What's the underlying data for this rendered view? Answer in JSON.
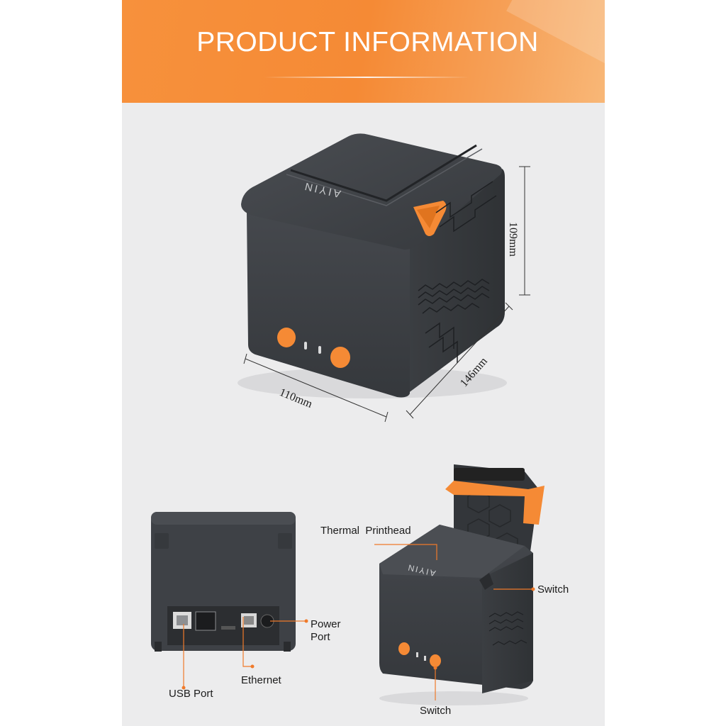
{
  "banner": {
    "title": "PRODUCT INFORMATION"
  },
  "product": {
    "brand_logo": "AIYIN"
  },
  "dimensions": {
    "height": "109mm",
    "depth": "146mm",
    "width": "110mm"
  },
  "callouts": {
    "thermal_printhead": "Thermal  Printhead",
    "switch_lid": "Switch",
    "switch_front": "Switch",
    "power_port_line1": "Power",
    "power_port_line2": "Port",
    "ethernet": "Ethernet",
    "usb_port": "USB Port"
  },
  "colors": {
    "accent": "#f58a35",
    "body": "#3f4247",
    "callout_line": "#f07a2a"
  }
}
